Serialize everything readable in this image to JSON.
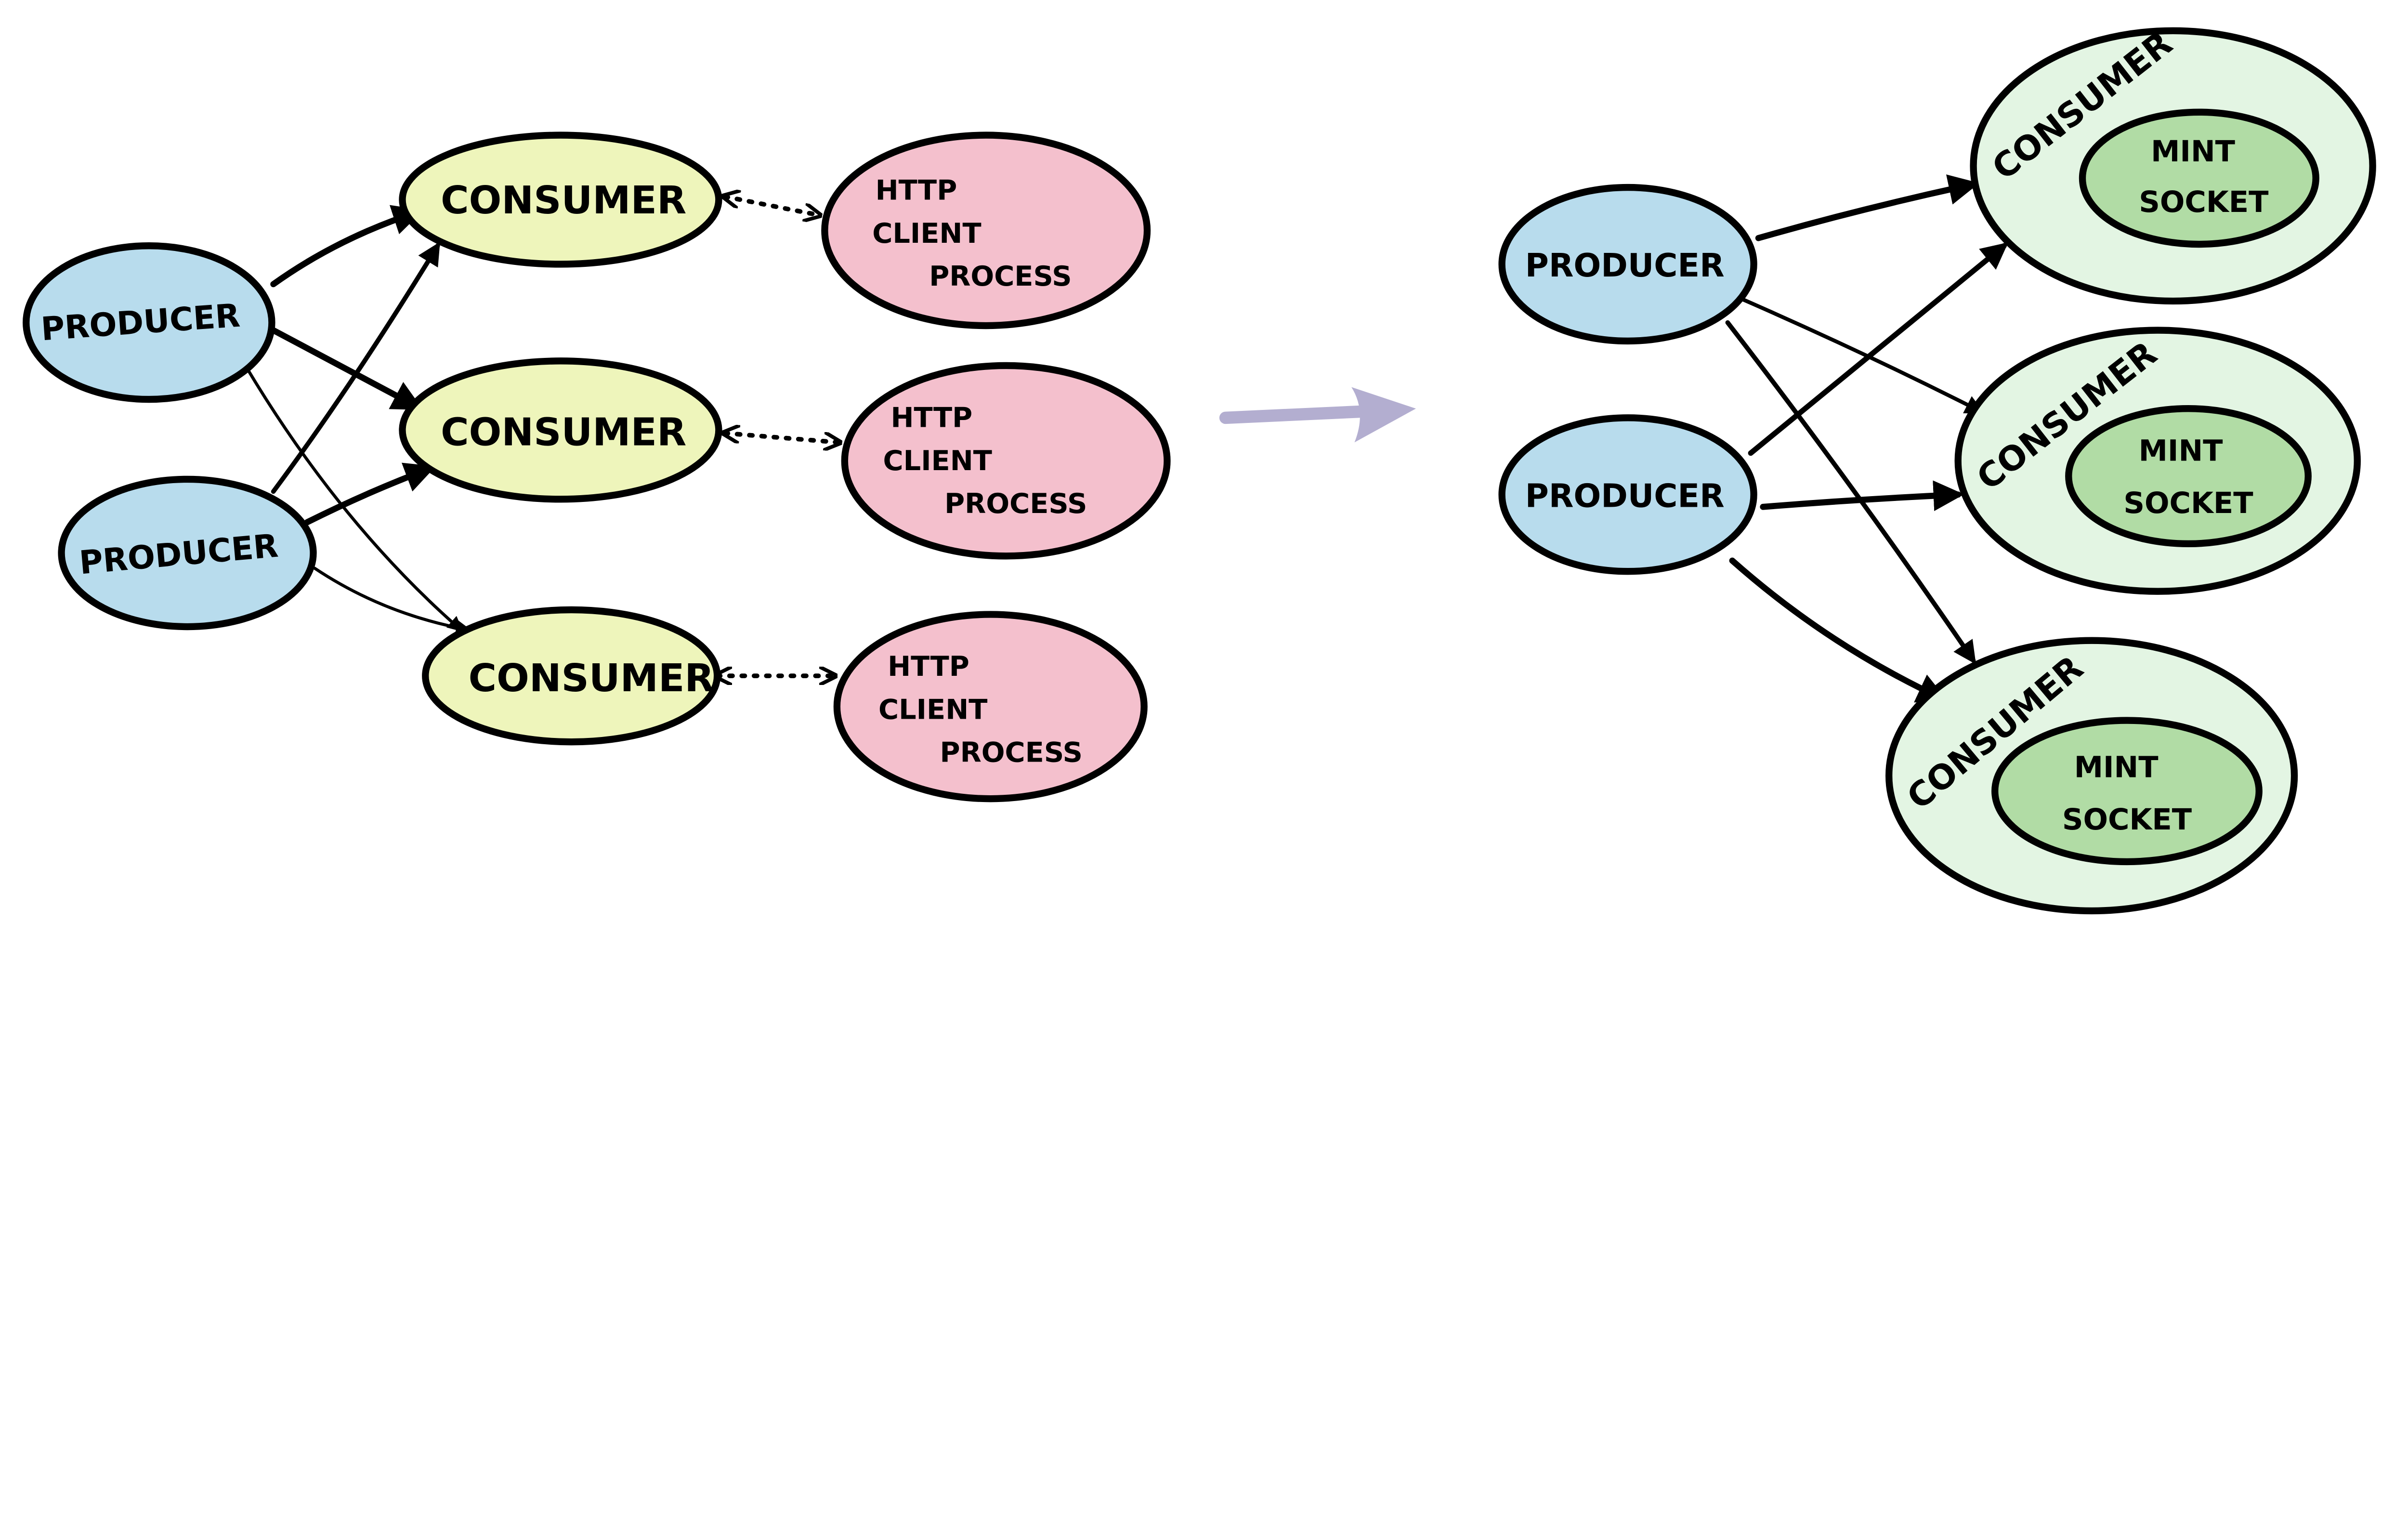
{
  "colors": {
    "producer": "#b8dced",
    "consumer_left": "#eef5bb",
    "http_process": "#f4c0cd",
    "consumer_right": "#e3f5e3",
    "mint_socket": "#b1dca5",
    "transition_arrow": "#b3aed0"
  },
  "left": {
    "producers": [
      {
        "label": "PRODUCER"
      },
      {
        "label": "PRODUCER"
      }
    ],
    "consumers": [
      {
        "label": "CONSUMER"
      },
      {
        "label": "CONSUMER"
      },
      {
        "label": "CONSUMER"
      }
    ],
    "http_processes": [
      {
        "line1": "HTTP",
        "line2": "CLIENT",
        "line3": "PROCESS"
      },
      {
        "line1": "HTTP",
        "line2": "CLIENT",
        "line3": "PROCESS"
      },
      {
        "line1": "HTTP",
        "line2": "CLIENT",
        "line3": "PROCESS"
      }
    ]
  },
  "right": {
    "producers": [
      {
        "label": "PRODUCER"
      },
      {
        "label": "PRODUCER"
      }
    ],
    "consumers": [
      {
        "label": "CONSUMER",
        "inner_line1": "MINT",
        "inner_line2": "SOCKET"
      },
      {
        "label": "CONSUMER",
        "inner_line1": "MINT",
        "inner_line2": "SOCKET"
      },
      {
        "label": "CONSUMER",
        "inner_line1": "MINT",
        "inner_line2": "SOCKET"
      }
    ]
  }
}
